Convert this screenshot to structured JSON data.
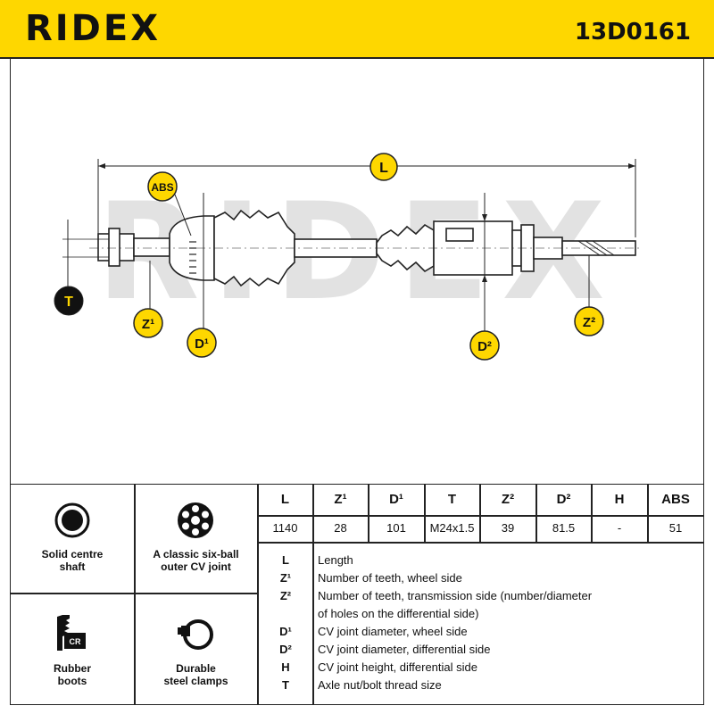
{
  "header": {
    "brand": "RIDEX",
    "part_number": "13D0161"
  },
  "diagram": {
    "labels": {
      "L": "L",
      "ABS": "ABS",
      "T": "T",
      "Z1": "Z¹",
      "D1": "D¹",
      "D2": "D²",
      "Z2": "Z²"
    },
    "watermark": "RIDEX"
  },
  "features": [
    {
      "icon": "solid-shaft-icon",
      "line1": "Solid centre",
      "line2": "shaft"
    },
    {
      "icon": "six-ball-joint-icon",
      "line1": "A classic six-ball",
      "line2": "outer CV joint"
    },
    {
      "icon": "rubber-boot-icon",
      "line1": "Rubber",
      "line2": "boots",
      "icon_text": "CR"
    },
    {
      "icon": "steel-clamp-icon",
      "line1": "Durable",
      "line2": "steel clamps"
    }
  ],
  "specs": {
    "headers": [
      "L",
      "Z¹",
      "D¹",
      "T",
      "Z²",
      "D²",
      "H",
      "ABS"
    ],
    "values": [
      "1140",
      "28",
      "101",
      "M24x1.5",
      "39",
      "81.5",
      "-",
      "51"
    ]
  },
  "legend": [
    {
      "key": "L",
      "text": "Length"
    },
    {
      "key": "Z¹",
      "text": "Number of teeth, wheel side"
    },
    {
      "key": "Z²",
      "text": "Number of teeth, transmission side (number/diameter"
    },
    {
      "key": "",
      "text": "of holes on the differential side)"
    },
    {
      "key": "D¹",
      "text": "CV joint diameter, wheel side"
    },
    {
      "key": "D²",
      "text": "CV joint diameter, differential side"
    },
    {
      "key": "H",
      "text": "CV joint height, differential side"
    },
    {
      "key": "T",
      "text": "Axle nut/bolt thread size"
    }
  ],
  "colors": {
    "accent": "#fed700",
    "ink": "#111111",
    "watermark": "#e2e2e2"
  }
}
